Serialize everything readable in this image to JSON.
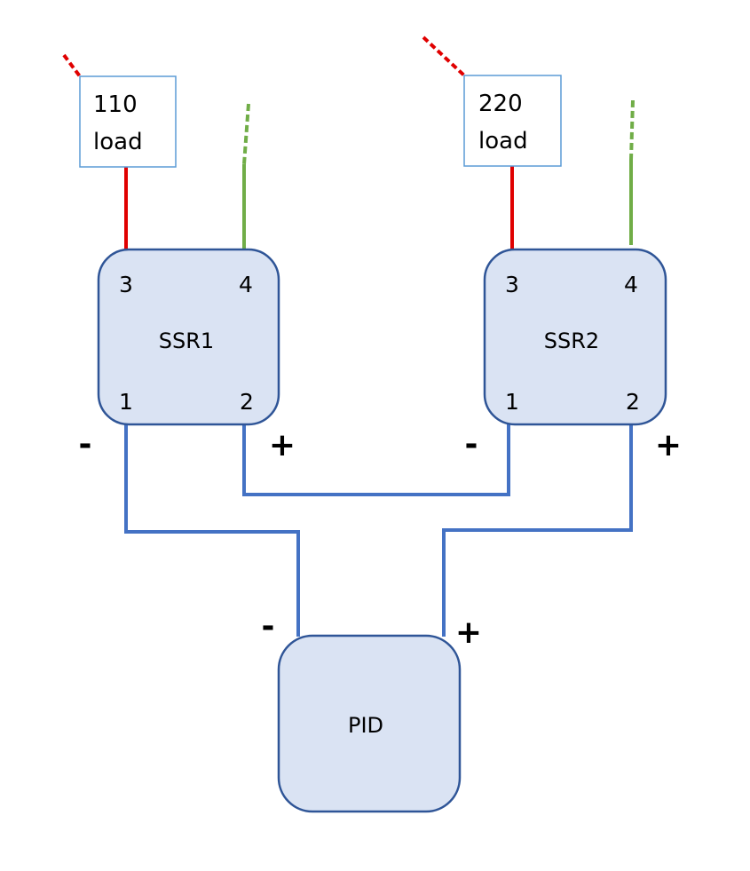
{
  "diagram": {
    "colors": {
      "box_fill": "#dae3f3",
      "box_stroke": "#2f5597",
      "wire_signal": "#4472c4",
      "wire_hot": "#e00000",
      "wire_neutral": "#70ad47",
      "load_stroke": "#5b9bd5"
    },
    "loads": [
      {
        "id": "load-110",
        "line1": "110",
        "line2": "load"
      },
      {
        "id": "load-220",
        "line1": "220",
        "line2": "load"
      }
    ],
    "relays": [
      {
        "id": "ssr1",
        "name": "SSR1",
        "pins": {
          "p1": "1",
          "p2": "2",
          "p3": "3",
          "p4": "4"
        },
        "minus": "-",
        "plus": "+"
      },
      {
        "id": "ssr2",
        "name": "SSR2",
        "pins": {
          "p1": "1",
          "p2": "2",
          "p3": "3",
          "p4": "4"
        },
        "minus": "-",
        "plus": "+"
      }
    ],
    "controller": {
      "name": "PID",
      "minus": "-",
      "plus": "+"
    },
    "connections": [
      {
        "from": "110 load",
        "to": "SSR1 pin 3",
        "type": "hot"
      },
      {
        "from": "SSR1 pin 4",
        "to": "neutral",
        "type": "neutral"
      },
      {
        "from": "220 load",
        "to": "SSR2 pin 3",
        "type": "hot"
      },
      {
        "from": "SSR2 pin 4",
        "to": "neutral",
        "type": "neutral"
      },
      {
        "from": "SSR1 pin 2 (+)",
        "to": "SSR2 pin 1 (-)",
        "type": "signal"
      },
      {
        "from": "SSR1 pin 1 (-)",
        "to": "PID (-)",
        "type": "signal"
      },
      {
        "from": "SSR2 pin 2 (+)",
        "to": "PID (+)",
        "type": "signal"
      }
    ]
  }
}
